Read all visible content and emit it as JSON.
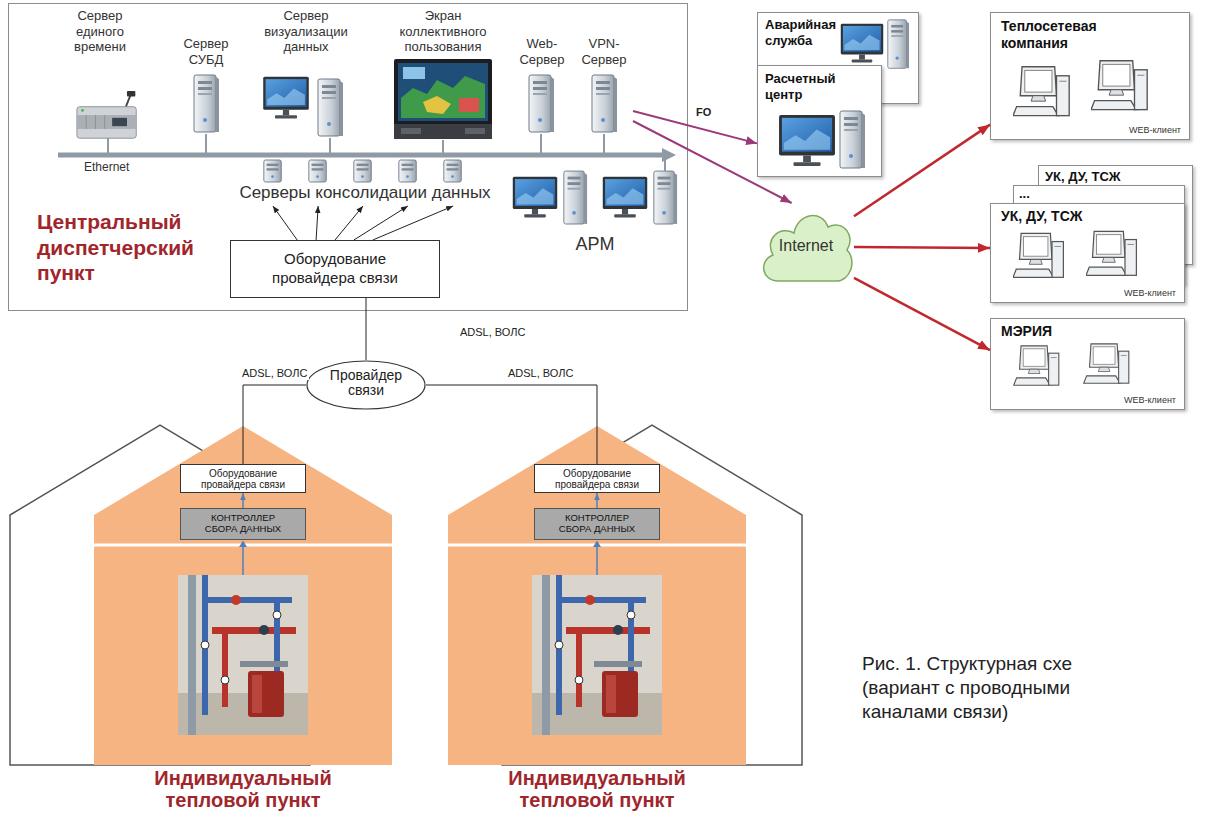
{
  "diagram": {
    "caption": "Рис. 1. Структурная схе (вариант с проводными каналами связи)",
    "nodes": [
      {
        "text": [
          "Центральный диспетчерский пункт"
        ]
      },
      {
        "text": [
          "Сервер единого времени"
        ],
        "in": 0
      },
      {
        "text": [
          "Сервер СУБД"
        ],
        "in": 0
      },
      {
        "text": [
          "Сервер визуализации данных"
        ],
        "in": 0
      },
      {
        "text": [
          "Экран коллективного пользования"
        ],
        "in": 0
      },
      {
        "text": [
          "Web-Сервер"
        ],
        "in": 0
      },
      {
        "text": [
          "VPN-Сервер"
        ],
        "in": 0
      },
      {
        "text": [
          "Серверы консолидации данных"
        ],
        "in": 0
      },
      {
        "text": [
          "АРМ"
        ],
        "in": 0
      },
      {
        "text": [
          "Оборудование провайдера связи"
        ],
        "in": 0
      },
      {
        "text": [
          "Аварийная служба"
        ]
      },
      {
        "text": [
          "Расчетный центр"
        ]
      },
      {
        "text": [
          "Теплосетевая компания",
          "WEB-клиент"
        ]
      },
      {
        "text": [
          "УК, ДУ, ТСЖ"
        ]
      },
      {
        "text": [
          "..."
        ]
      },
      {
        "text": [
          "УК, ДУ, ТСЖ",
          "WEB-клиент"
        ]
      },
      {
        "text": [
          "МЭРИЯ",
          "WEB-клиент"
        ]
      },
      {
        "text": [
          "Internet"
        ]
      },
      {
        "text": [
          "Провайдер связи"
        ]
      },
      {
        "text": [
          "Индивидуальный тепловой пункт"
        ]
      },
      {
        "text": [
          "Оборудование провайдера связи"
        ],
        "in": 19
      },
      {
        "text": [
          "КОНТРОЛЛЕР СБОРА ДАННЫХ"
        ],
        "in": 19
      },
      {
        "text": [
          "Индивидуальный тепловой пункт"
        ]
      },
      {
        "text": [
          "Оборудование провайдера связи"
        ],
        "in": 22
      },
      {
        "text": [
          "КОНТРОЛЛЕР СБОРА ДАННЫХ"
        ],
        "in": 22
      }
    ],
    "edges": [
      {
        "from": 6,
        "to": 11,
        "label": "FO",
        "arrow": "to"
      },
      {
        "from": 6,
        "to": 17,
        "arrow": "to"
      },
      {
        "from": 17,
        "to": 12,
        "arrow": "to"
      },
      {
        "from": 17,
        "to": 15,
        "arrow": "to"
      },
      {
        "from": 17,
        "to": 16,
        "arrow": "to"
      },
      {
        "from": 9,
        "to": 7,
        "arrow": "to"
      },
      {
        "from": 18,
        "to": 9,
        "label": "ADSL, ВОЛС",
        "arrow": "none"
      },
      {
        "from": 18,
        "to": 20,
        "label": "ADSL, ВОЛС",
        "arrow": "none"
      },
      {
        "from": 18,
        "to": 23,
        "label": "ADSL, ВОЛС",
        "arrow": "none"
      },
      {
        "from": 21,
        "to": 20,
        "arrow": "to"
      },
      {
        "from": 24,
        "to": 23,
        "arrow": "to"
      }
    ],
    "labels": [
      "Ethernet"
    ]
  }
}
